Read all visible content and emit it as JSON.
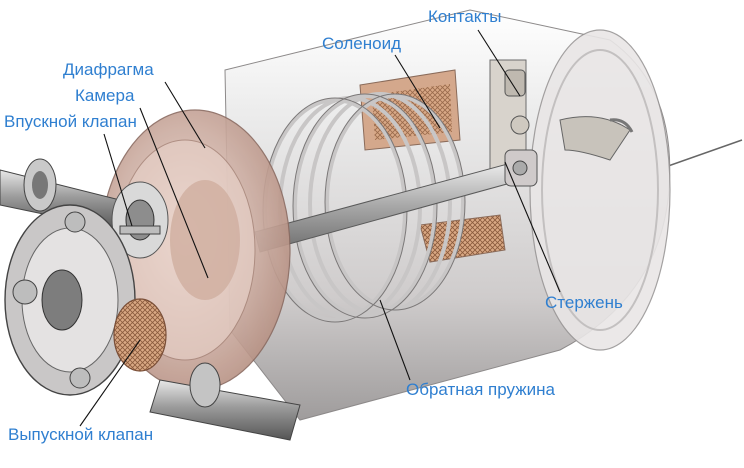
{
  "labels": {
    "kontakty": "Контакты",
    "solenoid": "Соленоид",
    "diafragma": "Диафрагма",
    "kamera": "Камера",
    "vpusknoy_klapan": "Впускной клапан",
    "sterzhen": "Стержень",
    "obratnaya_pruzhina": "Обратная пружина",
    "vypusknoy_klapan": "Выпускной клапан"
  },
  "colors": {
    "label_text": "#2f7fd0",
    "leader_line": "#111111",
    "housing": "#d9d6d6",
    "chamber_tint": "#caa79a",
    "mesh": "#b07858",
    "metal": "#9a9a9a"
  }
}
